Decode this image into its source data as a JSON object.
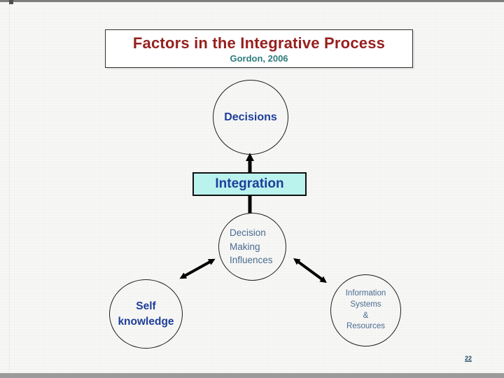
{
  "title_box": {
    "title": "Factors in the Integrative Process",
    "subtitle": "Gordon, 2006"
  },
  "nodes": {
    "decisions": {
      "label": "Decisions",
      "shape": "ellipse"
    },
    "integration": {
      "label": "Integration",
      "shape": "rect",
      "fill": "#baf2ee"
    },
    "decision_making_influences": {
      "label": "Decision Making Influences",
      "line1": "Decision",
      "line2": "Making",
      "line3": "Influences",
      "shape": "ellipse"
    },
    "self_knowledge": {
      "label": "Self knowledge",
      "line1": "Self",
      "line2": "knowledge",
      "shape": "ellipse"
    },
    "information_systems": {
      "label": "Information Systems & Resources",
      "line1": "Information",
      "line2": "Systems",
      "line3": "&",
      "line4": "Resources",
      "shape": "ellipse"
    }
  },
  "connectors": [
    {
      "from": "integration",
      "to": "decisions",
      "style": "thick-arrow-up"
    },
    {
      "from": "integration",
      "to": "decision_making_influences",
      "style": "thick-line"
    },
    {
      "from": "decision_making_influences",
      "to": "self_knowledge",
      "style": "double-headed-arrow"
    },
    {
      "from": "decision_making_influences",
      "to": "information_systems",
      "style": "double-headed-arrow"
    }
  ],
  "footer": {
    "page_number": "22"
  },
  "colors": {
    "title_text": "#96201f",
    "subtitle_text": "#2d7c7c",
    "node_label": "#1e3e99",
    "soft_label": "#4a6b8f",
    "integration_fill": "#baf2ee",
    "arrow": "#000000",
    "frame_top": "#7d7d7d",
    "frame_bottom": "#9b9b9b"
  }
}
